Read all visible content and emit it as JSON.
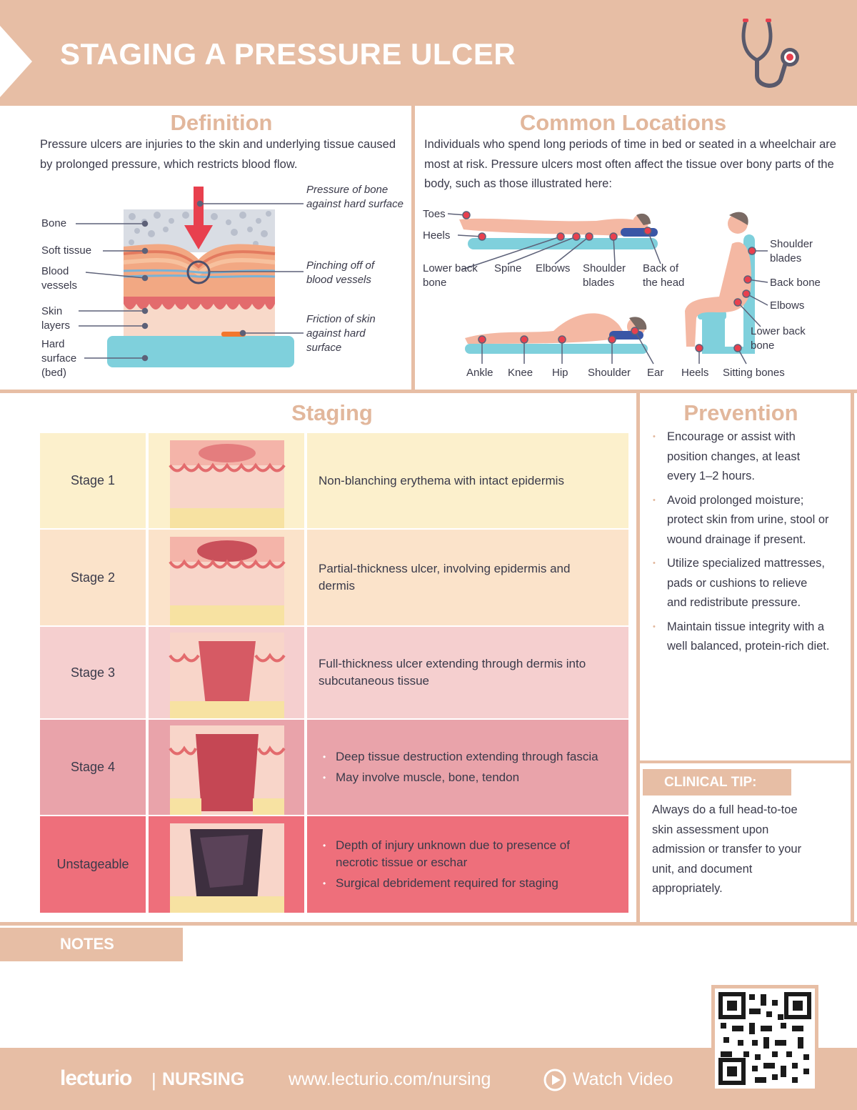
{
  "header": {
    "title": "STAGING A PRESSURE ULCER",
    "icon": "stethoscope-icon"
  },
  "definition": {
    "title": "Definition",
    "text": "Pressure ulcers are injuries to the skin and underlying tissue caused by prolonged pressure, which restricts blood flow.",
    "labels": {
      "bone": "Bone",
      "soft_tissue": "Soft tissue",
      "blood_vessels": "Blood vessels",
      "skin_layers": "Skin layers",
      "hard_surface": "Hard surface (bed)",
      "pressure": "Pressure of bone against hard surface",
      "pinching": "Pinching off of blood vessels",
      "friction": "Friction of skin against hard surface"
    }
  },
  "locations": {
    "title": "Common Locations",
    "text": "Individuals who spend long periods of time in bed or seated in a wheelchair are most at risk. Pressure ulcers most often affect the tissue over bony parts of the body, such as those illustrated here:",
    "supine": [
      "Toes",
      "Heels",
      "Lower back bone",
      "Spine",
      "Elbows",
      "Shoulder blades",
      "Back of the head"
    ],
    "side": [
      "Ankle",
      "Knee",
      "Hip",
      "Shoulder",
      "Ear"
    ],
    "seated": [
      "Shoulder blades",
      "Back bone",
      "Elbows",
      "Lower back bone",
      "Heels",
      "Sitting bones"
    ]
  },
  "staging": {
    "title": "Staging",
    "rows": [
      {
        "name": "Stage 1",
        "desc": "Non-blanching erythema with intact epidermis",
        "color": "#fcf0cc"
      },
      {
        "name": "Stage 2",
        "desc": "Partial-thickness ulcer, involving epidermis and dermis",
        "color": "#fbe3ca"
      },
      {
        "name": "Stage 3",
        "desc": "Full-thickness ulcer extending through dermis into subcutaneous tissue",
        "color": "#f5cfcf"
      },
      {
        "name": "Stage 4",
        "bullets": [
          "Deep tissue destruction extending through fascia",
          "May involve muscle, bone, tendon"
        ],
        "color": "#e9a3aa"
      },
      {
        "name": "Unstageable",
        "bullets": [
          "Depth of injury unknown due to presence of necrotic tissue or eschar",
          "Surgical debridement required for staging"
        ],
        "color": "#ee6f7b"
      }
    ]
  },
  "prevention": {
    "title": "Prevention",
    "items": [
      "Encourage or assist with position changes, at least every 1–2 hours.",
      "Avoid prolonged moisture; protect skin from urine, stool or wound drainage if present.",
      "Utilize specialized mattresses, pads or cushions to relieve and redistribute pressure.",
      "Maintain tissue integrity with a well balanced, protein-rich diet."
    ]
  },
  "clinical_tip": {
    "title": "CLINICAL TIP:",
    "text": "Always do a full head-to-toe skin assessment upon admission or transfer to your unit, and document appropriately."
  },
  "notes": {
    "title": "NOTES"
  },
  "footer": {
    "logo": "lecturio",
    "separator": "|",
    "brand": "NURSING",
    "url": "www.lecturio.com/nursing",
    "watch": "Watch Video"
  },
  "colors": {
    "accent": "#e7bea5",
    "title": "#e2b79c",
    "marker": "#e8404e",
    "bed": "#7fd0dc"
  }
}
